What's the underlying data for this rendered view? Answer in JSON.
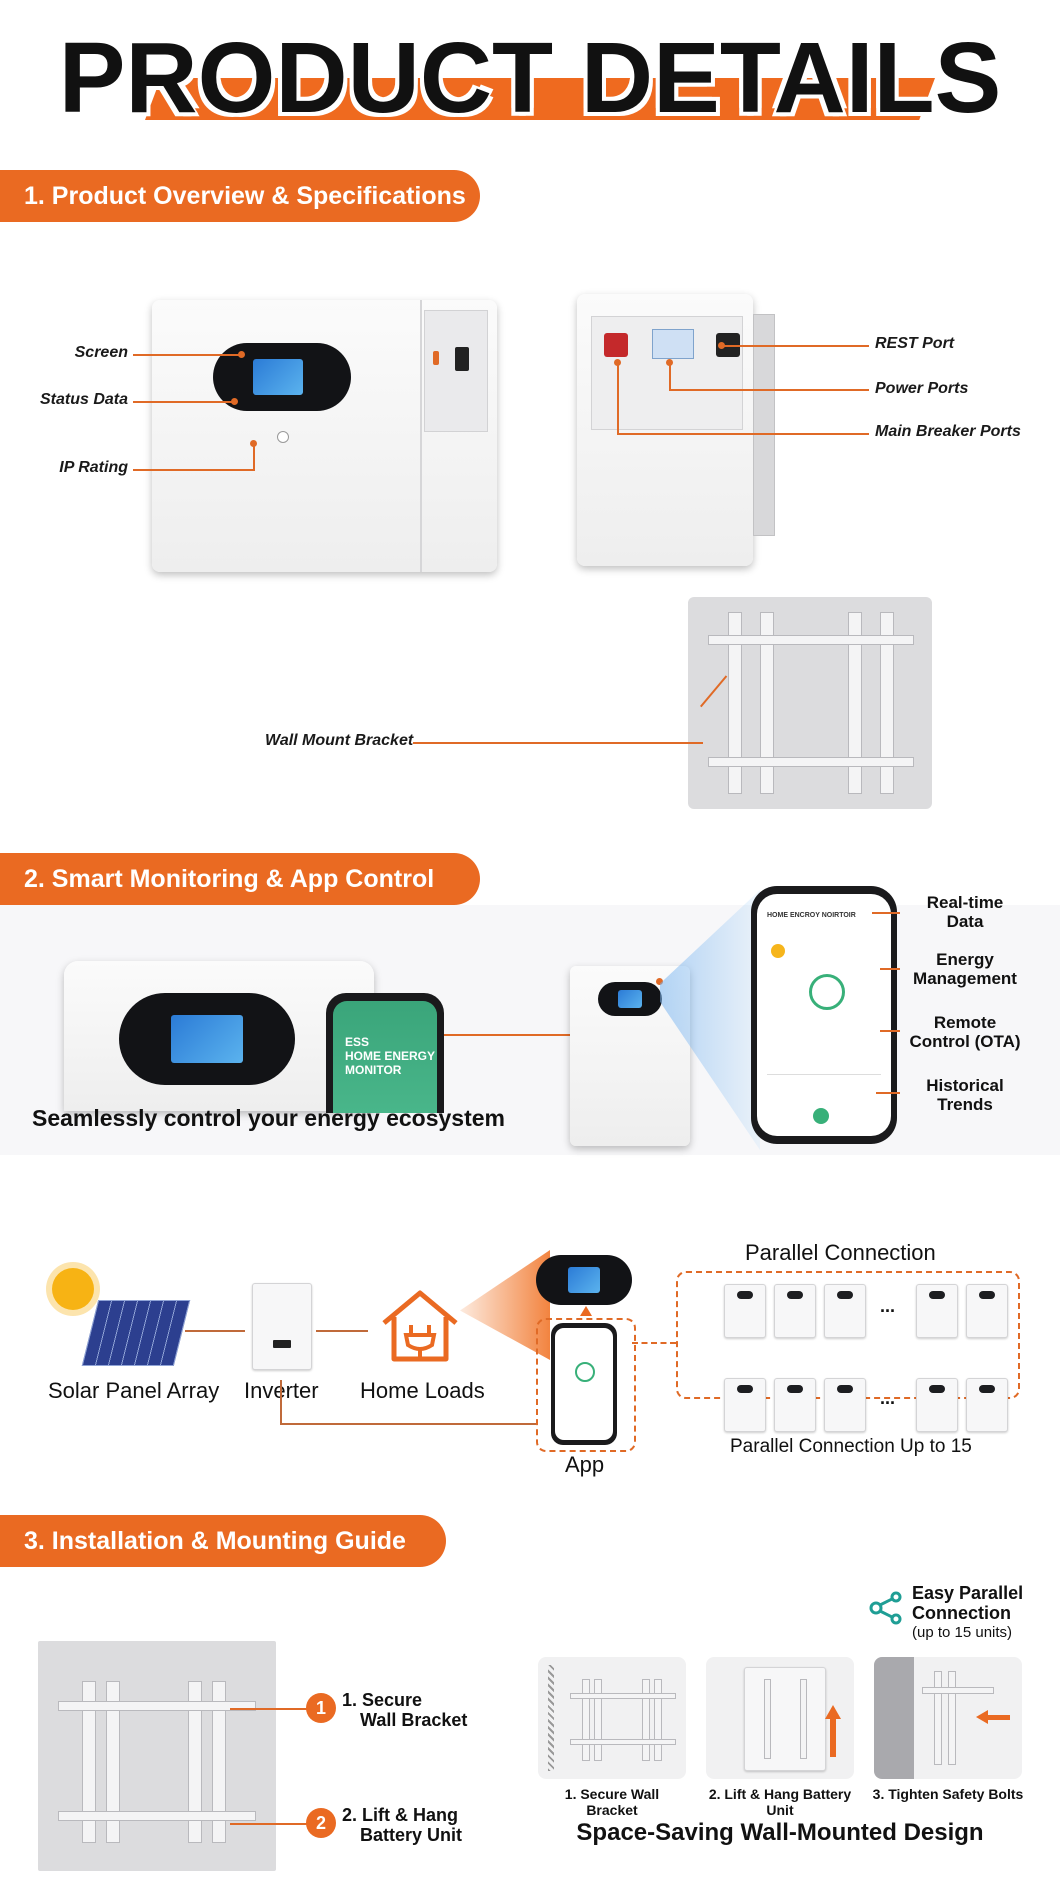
{
  "header": {
    "title": "PRODUCT DETAILS"
  },
  "sections": {
    "s1": "1. Product Overview & Specifications",
    "s2": "2. Smart Monitoring & App Control",
    "s3": "3. Installation & Mounting Guide"
  },
  "overview": {
    "front_callouts": [
      "Screen",
      "Status Data",
      "IP Rating"
    ],
    "side_callouts": [
      "REST Port",
      "Power Ports",
      "Main Breaker Ports"
    ],
    "bracket_callout": "Wall Mount Bracket"
  },
  "monitoring": {
    "phone_app_title": [
      "ESS",
      "HOME ENERGY",
      "MONITOR"
    ],
    "tagline": "Seamlessly control your energy ecosystem",
    "app_header": "HOME ENCROY NOIRTOIR",
    "features": [
      [
        "Real-time",
        "Data"
      ],
      [
        "Energy",
        "Management"
      ],
      [
        "Remote",
        "Control (OTA)"
      ],
      [
        "Historical",
        "Trends"
      ]
    ]
  },
  "system": {
    "solar_label": "Solar Panel Array",
    "inverter_label": "Inverter",
    "home_label": "Home Loads",
    "app_label": "App",
    "parallel_title": "Parallel Connection",
    "parallel_caption": "Parallel Connection Up to 15",
    "ellipsis": "..."
  },
  "installation": {
    "steps": [
      {
        "num": "1",
        "line1": "1. Secure",
        "line2": "Wall Bracket"
      },
      {
        "num": "2",
        "line1": "2. Lift & Hang",
        "line2": "Battery Unit"
      }
    ],
    "easy_parallel": [
      "Easy Parallel",
      "Connection",
      "(up to 15 units)"
    ],
    "thumb_captions": [
      "1. Secure Wall Bracket",
      "2. Lift & Hang Battery Unit",
      "3. Tighten Safety Bolts"
    ],
    "bottom_title": "Space-Saving Wall-Mounted Design"
  },
  "colors": {
    "accent": "#ea6a22",
    "dark": "#111111",
    "lcd": "#2b7bd6",
    "app_green": "#3aa57a"
  }
}
